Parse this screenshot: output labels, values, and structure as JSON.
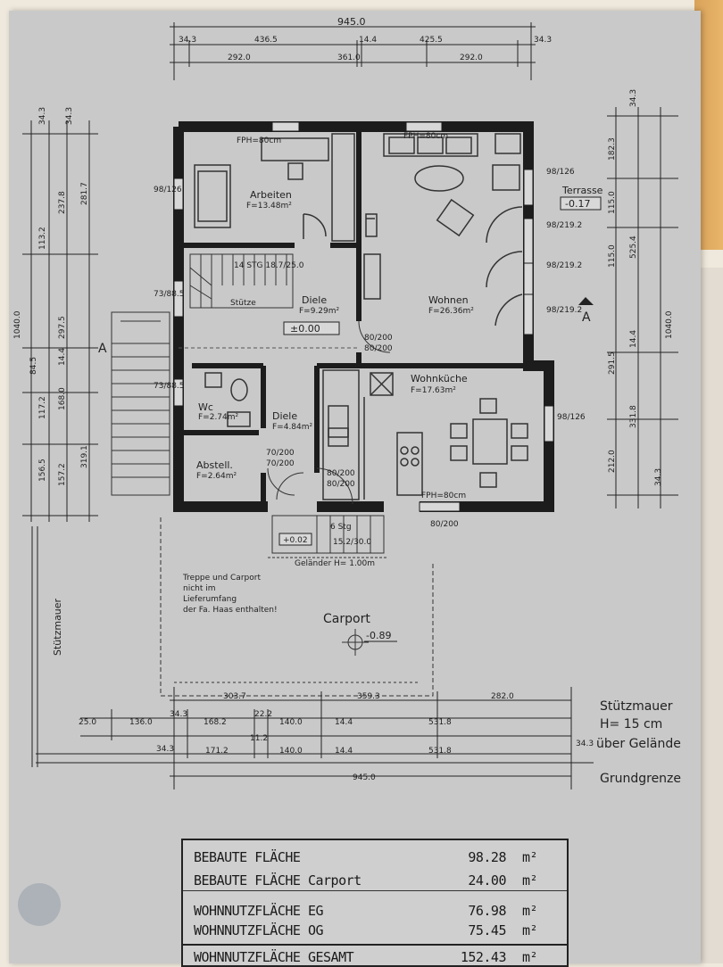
{
  "dims": {
    "top_total": "945.0",
    "top_row1": [
      "34.3",
      "436.5",
      "14.4",
      "425.5",
      "34.3"
    ],
    "top_row2": [
      "292.0",
      "361.0",
      "292.0"
    ],
    "bottom_total": "945.0",
    "bottom_row_a": [
      "303.7",
      "359.3",
      "282.0"
    ],
    "bottom_row_b": [
      "25.0",
      "136.0",
      "34.3",
      "168.2",
      "22.2",
      "140.0",
      "14.4",
      "531.8"
    ],
    "bottom_row_c": [
      "34.3",
      "171.2",
      "11.2",
      "140.0",
      "14.4",
      "531.8",
      "34.3"
    ],
    "left_total": "1040.0",
    "left_dims": [
      "34.3",
      "34.3",
      "281.7",
      "237.8",
      "297.5",
      "157.2",
      "319.1",
      "14.4",
      "168.0",
      "113.2",
      "117.2",
      "156.5",
      "84.5"
    ],
    "right_total": "1040.0",
    "right_dims": [
      "34.3",
      "182.3",
      "115.0",
      "525.4",
      "115.0",
      "14.4",
      "291.5",
      "331.8",
      "212.0",
      "34.3"
    ]
  },
  "rooms": {
    "arbeiten": {
      "name": "Arbeiten",
      "area": "F=13.48m²"
    },
    "diele_upper": {
      "name": "Diele",
      "area": "F=9.29m²"
    },
    "wohnen": {
      "name": "Wohnen",
      "area": "F=26.36m²"
    },
    "wc": {
      "name": "Wc",
      "area": "F=2.74m²"
    },
    "diele_lower": {
      "name": "Diele",
      "area": "F=4.84m²"
    },
    "wohnkueche": {
      "name": "Wohnküche",
      "area": "F=17.63m²"
    },
    "abstell": {
      "name": "Abstell.",
      "area": "F=2.64m²"
    }
  },
  "labels": {
    "level_zero": "±0.00",
    "stair_text": "14 STG 18.7/25.0",
    "terrasse": "Terrasse",
    "terrasse_level": "-0.17",
    "entry_level": "+0.02",
    "entry_steps": "15.2/30.0",
    "entry_steps_count": "6 Stg",
    "gelaender": "Geländer H= 1.00m",
    "carport_note": [
      "Treppe und Carport",
      "nicht im",
      "Lieferumfang",
      "der Fa. Haas enthalten!"
    ],
    "carport": "Carport",
    "carport_level": "-0.89",
    "stuetzmauer_side": "Stützmauer",
    "stuetzmauer_1": "Stützmauer",
    "stuetzmauer_2": "H= 15 cm",
    "stuetzmauer_3": "über Gelände",
    "grundgrenze": "Grundgrenze",
    "section": "A",
    "fph": "FPH=80cm",
    "stuetze": "Stütze"
  },
  "openings": [
    "80/200",
    "70/200",
    "80/200",
    "80/200",
    "98/126",
    "98/219.2",
    "98/219.2",
    "98/219.2",
    "98/126",
    "98/126",
    "73/88.5",
    "73/88.5"
  ],
  "area_table": [
    {
      "label": "BEBAUTE FLÄCHE",
      "value": "98.28",
      "unit": "m²"
    },
    {
      "label": "BEBAUTE FLÄCHE Carport",
      "value": "24.00",
      "unit": "m²"
    },
    {
      "label": "WOHNNUTZFLÄCHE EG",
      "value": "76.98",
      "unit": "m²"
    },
    {
      "label": "WOHNNUTZFLÄCHE OG",
      "value": "75.45",
      "unit": "m²"
    },
    {
      "label": "WOHNNUTZFLÄCHE GESAMT",
      "value": "152.43",
      "unit": "m²"
    }
  ]
}
